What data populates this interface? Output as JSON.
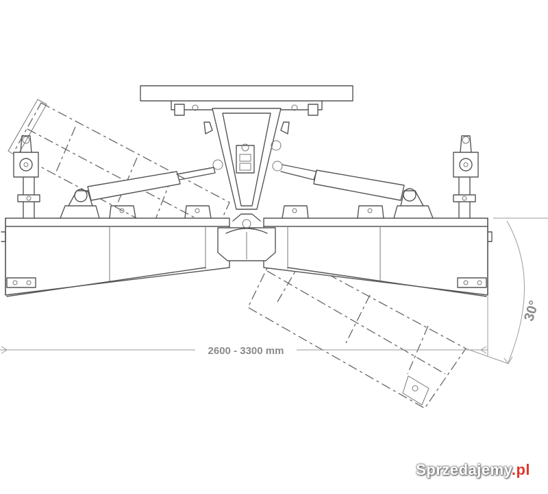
{
  "dimensions": {
    "width_label": "2600 - 3300 mm",
    "angle_label": "30°"
  },
  "watermark": {
    "brand": "Sprzedajemy",
    "suffix": ".pl"
  }
}
